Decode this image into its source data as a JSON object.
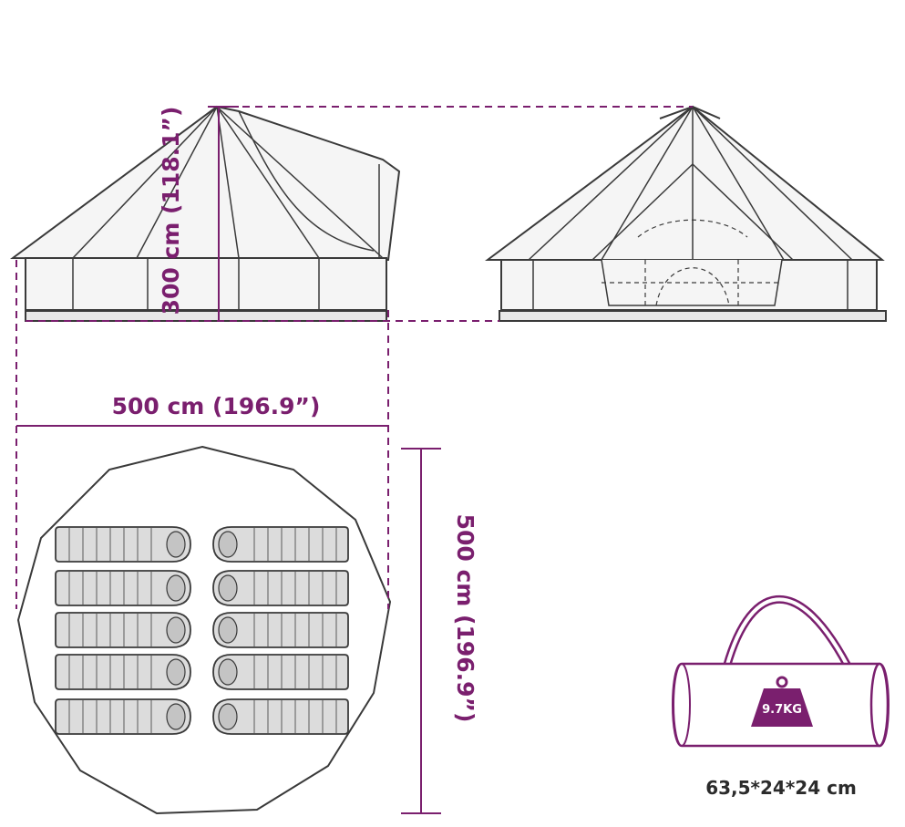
{
  "dimensions": {
    "height_label": "300 cm (118.1”)",
    "width_label": "500 cm (196.9”)",
    "depth_label": "500 cm (196.9”)"
  },
  "bag": {
    "weight_label": "9.7KG",
    "size_label": "63,5*24*24 cm"
  },
  "colors": {
    "dimension": "#7a1f6e",
    "outline": "#3a3a3a",
    "fill": "#f0f0f0",
    "bag_accent": "#7a1f6e"
  }
}
